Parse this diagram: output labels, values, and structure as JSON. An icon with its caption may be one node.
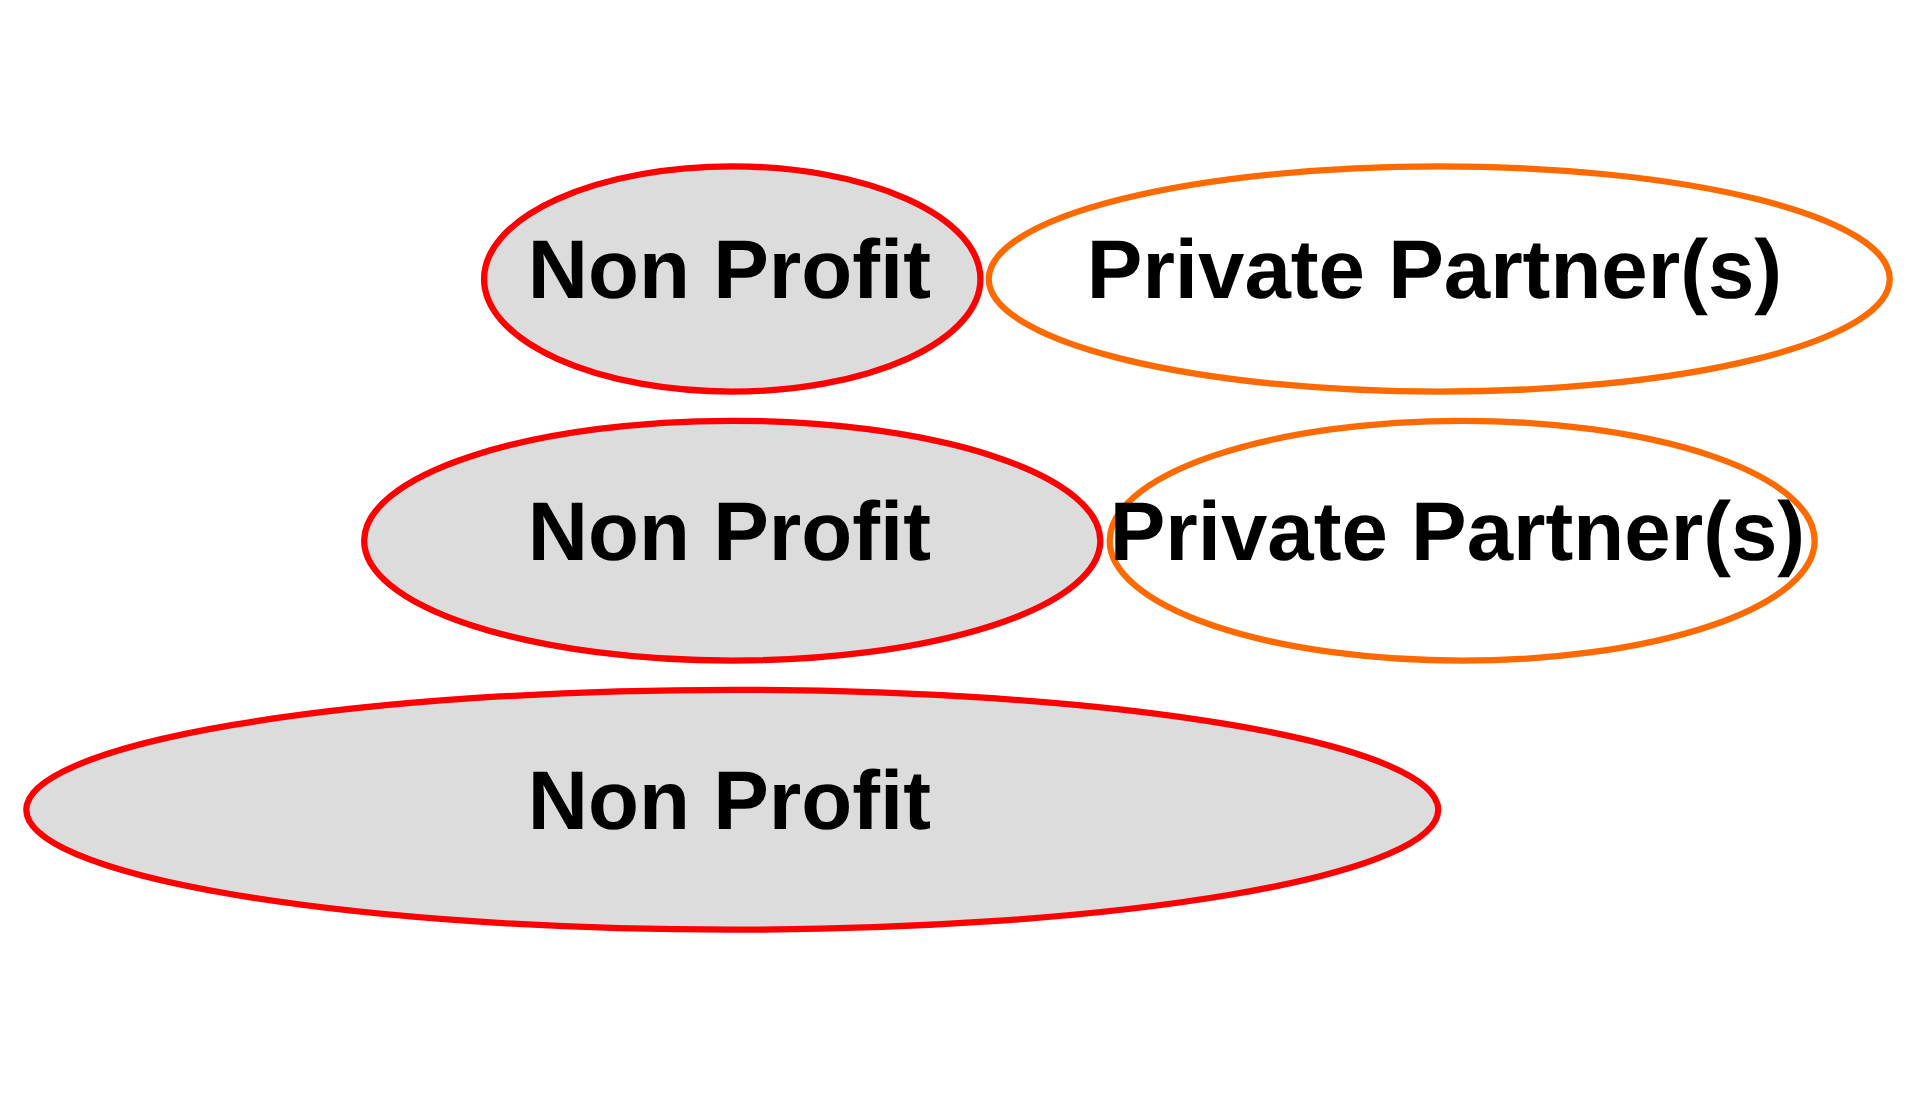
{
  "diagram": {
    "nodes": [
      {
        "text": [
          "Non Profit"
        ]
      },
      {
        "text": [
          "Private Partner(s)"
        ]
      },
      {
        "text": [
          "Non Profit"
        ]
      },
      {
        "text": [
          "Private Partner(s)"
        ]
      },
      {
        "text": [
          "Non Profit"
        ]
      }
    ]
  }
}
